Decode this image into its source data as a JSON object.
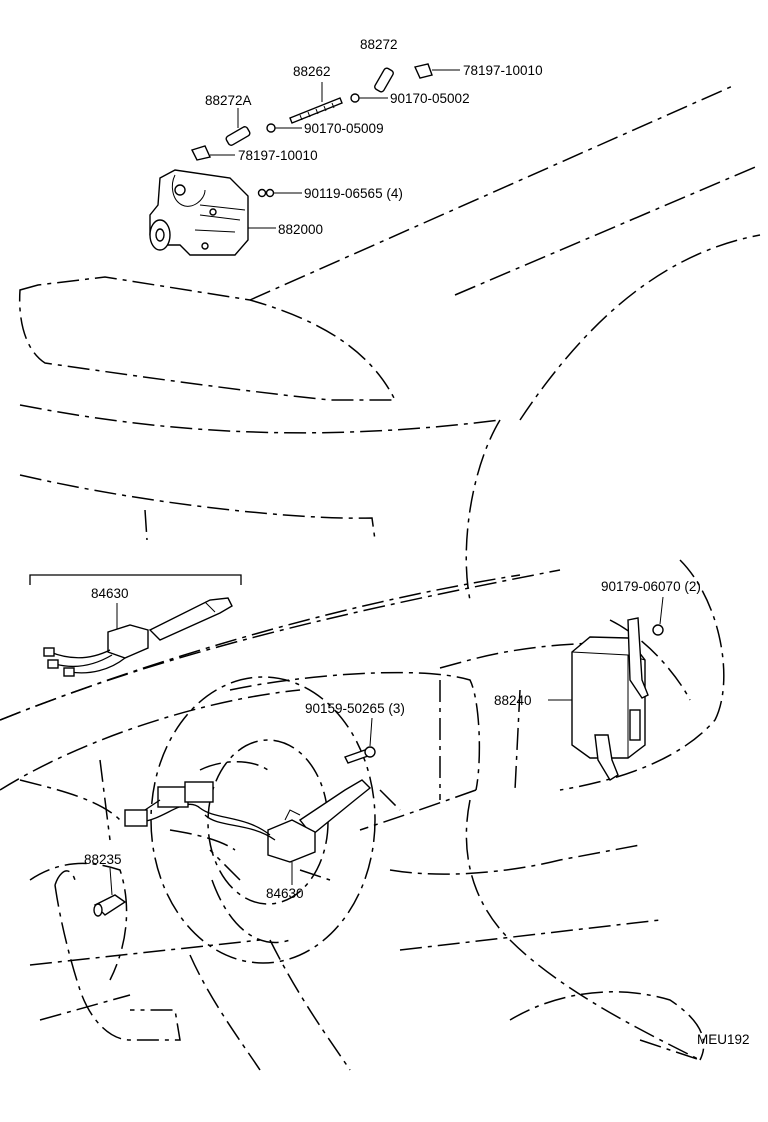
{
  "labels": {
    "p88272": "88272",
    "p78197_top": "78197-10010",
    "p88262": "88262",
    "p90170_05002": "90170-05002",
    "p88272A": "88272A",
    "p90170_05009": "90170-05009",
    "p78197_mid": "78197-10010",
    "p90119": "90119-06565 (4)",
    "p882000": "882000",
    "p84630_top": "84630",
    "p90179": "90179-06070 (2)",
    "p88240": "88240",
    "p90159": "90159-50265 (3)",
    "p88235": "88235",
    "p84630_bottom": "84630",
    "diagram_code": "MEU192"
  }
}
